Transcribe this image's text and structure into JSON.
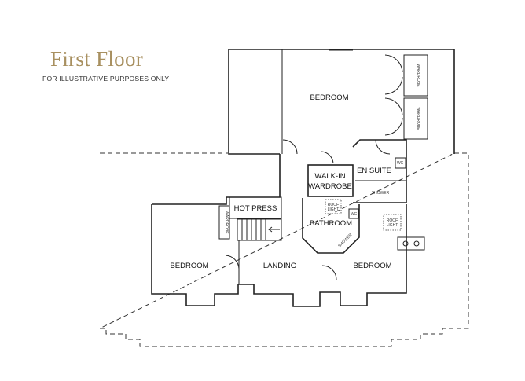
{
  "title": "First Floor",
  "subtitle": "FOR ILLUSTRATIVE PURPOSES ONLY",
  "colors": {
    "title": "#a89060",
    "walls": "#222222",
    "background": "#ffffff"
  },
  "rooms": {
    "bedroom_top": "BEDROOM",
    "walk_in_wardrobe_line1": "WALK-IN",
    "walk_in_wardrobe_line2": "WARDROBE",
    "en_suite": "EN SUITE",
    "hot_press": "HOT PRESS",
    "bathroom": "BATHROOM",
    "bedroom_left": "BEDROOM",
    "landing": "LANDING",
    "bedroom_right": "BEDROOM"
  },
  "fixtures": {
    "wardrobe_top": "WARDROBE",
    "wardrobe_mid": "WARDROBE",
    "wardrobe_left": "WARDROBE",
    "wc_ensuite": "WC",
    "shower_ensuite": "SHOWER",
    "roof_light_bath_1": "ROOF",
    "roof_light_bath_2": "LIGHT",
    "wc_bath": "WC",
    "shower_bath": "SHOWER",
    "roof_light_bed_1": "ROOF",
    "roof_light_bed_2": "LIGHT"
  }
}
